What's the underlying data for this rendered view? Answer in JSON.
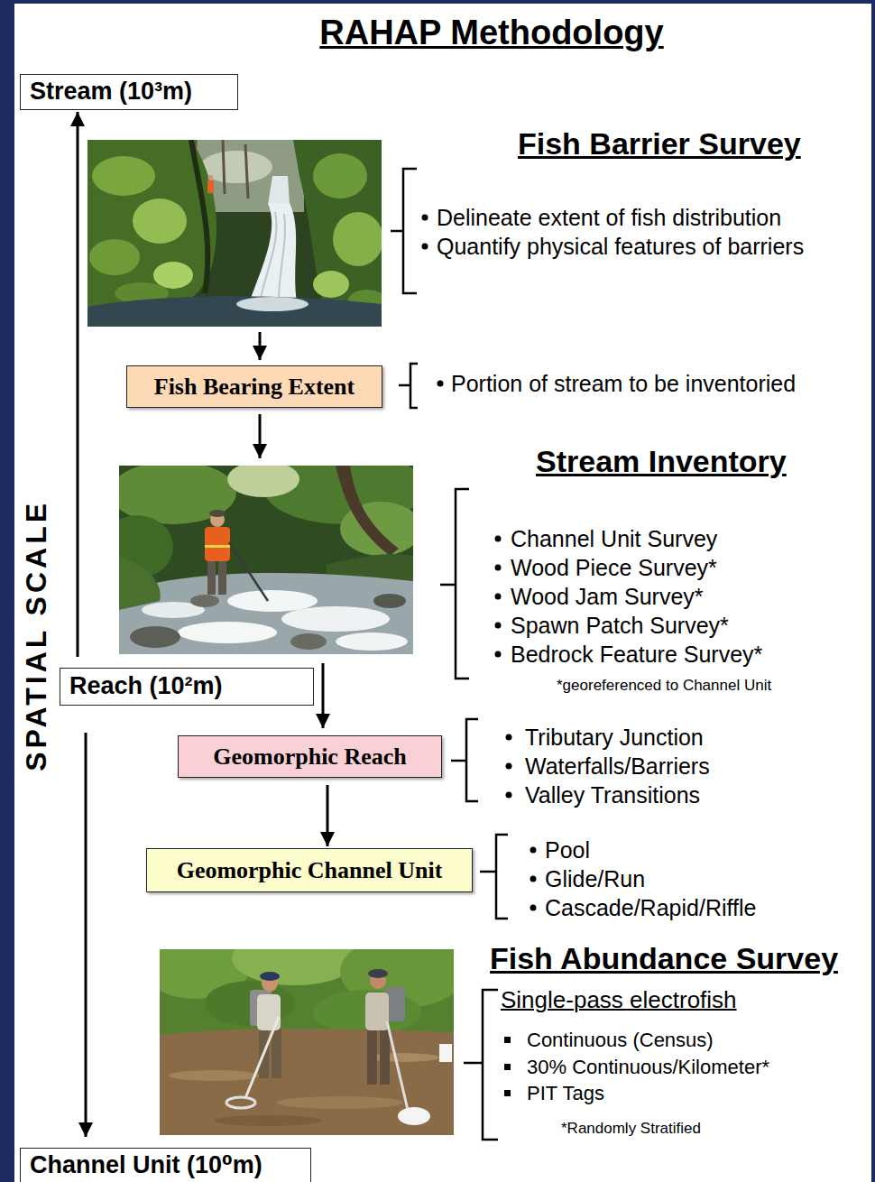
{
  "diagram": {
    "title": "RAHAP Methodology",
    "nodes": [
      {
        "text": [
          "Stream (10³m)"
        ]
      },
      {
        "text": [
          "Fish Bearing Extent"
        ]
      },
      {
        "text": [
          "Reach (10²m)"
        ]
      },
      {
        "text": [
          "Geomorphic Reach"
        ]
      },
      {
        "text": [
          "Geomorphic Channel Unit"
        ]
      },
      {
        "text": [
          "Channel Unit (10⁰m)"
        ]
      }
    ],
    "edges": [
      {
        "from": 2,
        "to": 0,
        "arrow": "to"
      },
      {
        "from": 2,
        "to": 5,
        "arrow": "to"
      },
      {
        "from": 3,
        "to": 4,
        "arrow": "to"
      }
    ],
    "labels": [
      "SPATIAL SCALE",
      "Fish Barrier Survey",
      "Delineate extent of fish distribution",
      "Quantify physical features of barriers",
      "Portion of stream to be inventoried",
      "Stream Inventory",
      "Channel Unit Survey",
      "Wood Piece Survey*",
      "Wood Jam Survey*",
      "Spawn Patch Survey*",
      "Bedrock Feature Survey*",
      "*georeferenced to Channel Unit",
      "Tributary Junction",
      "Waterfalls/Barriers",
      "Valley Transitions",
      "Pool",
      "Glide/Run",
      "Cascade/Rapid/Riffle",
      "Fish Abundance Survey",
      "Single-pass electrofish",
      "Continuous (Census)",
      "30% Continuous/Kilometer*",
      "PIT Tags",
      "*Randomly Stratified"
    ]
  }
}
